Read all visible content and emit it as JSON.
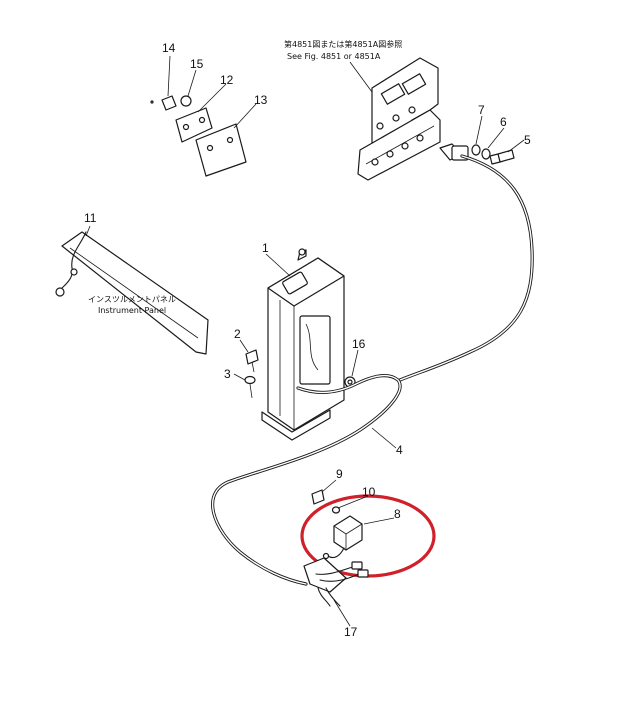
{
  "diagram": {
    "reference_note_jp": "第4851図または第4851A図参照",
    "reference_note_en": "See Fig. 4851 or 4851A",
    "panel_label_jp": "インスツルメントパネル",
    "panel_label_en": "Instrument Panel",
    "highlight_color": "#d0202a",
    "callouts": [
      {
        "id": "1",
        "label": "1"
      },
      {
        "id": "2",
        "label": "2"
      },
      {
        "id": "3",
        "label": "3"
      },
      {
        "id": "4",
        "label": "4"
      },
      {
        "id": "5",
        "label": "5"
      },
      {
        "id": "6",
        "label": "6"
      },
      {
        "id": "7",
        "label": "7"
      },
      {
        "id": "8",
        "label": "8"
      },
      {
        "id": "9",
        "label": "9"
      },
      {
        "id": "10",
        "label": "10"
      },
      {
        "id": "11",
        "label": "11"
      },
      {
        "id": "12",
        "label": "12"
      },
      {
        "id": "13",
        "label": "13"
      },
      {
        "id": "14",
        "label": "14"
      },
      {
        "id": "15",
        "label": "15"
      },
      {
        "id": "16",
        "label": "16"
      },
      {
        "id": "17",
        "label": "17"
      }
    ]
  }
}
